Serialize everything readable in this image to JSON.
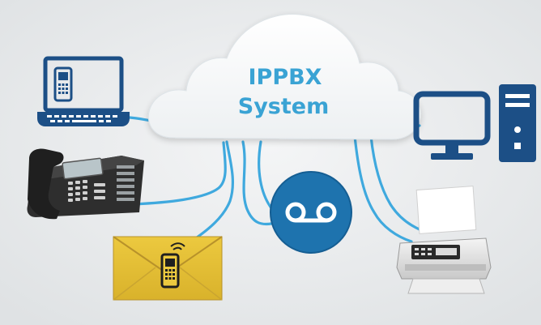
{
  "cloud": {
    "line1": "IPPBX",
    "line2": "System"
  },
  "colors": {
    "background": "#e9ebec",
    "cloud_fill": "#f7f9fa",
    "link_blue": "#3fa9de",
    "device_navy": "#1c4f86",
    "voicemail_blue": "#1e73ae",
    "envelope_yellow": "#e5c037"
  },
  "nodes": [
    {
      "name": "laptop",
      "icon": "laptop-icon"
    },
    {
      "name": "desk-phone",
      "icon": "ip-phone-icon"
    },
    {
      "name": "email",
      "icon": "envelope-mobile-icon"
    },
    {
      "name": "voicemail",
      "icon": "voicemail-icon"
    },
    {
      "name": "desktop-pc",
      "icon": "desktop-computer-icon"
    },
    {
      "name": "fax",
      "icon": "fax-machine-icon"
    }
  ]
}
